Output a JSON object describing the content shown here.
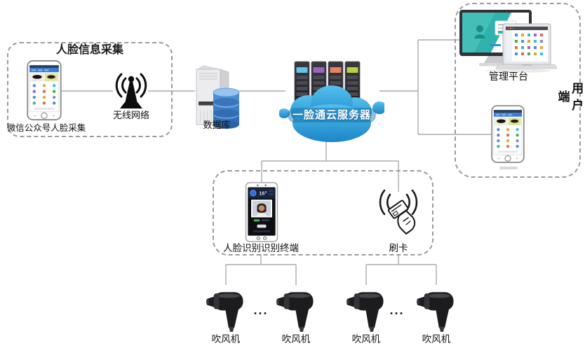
{
  "collection_box": {
    "title": "人脸信息采集",
    "phone_caption": "微信公众号人脸采集",
    "wireless_label": "无线网络"
  },
  "database": {
    "label": "数据库"
  },
  "cloud": {
    "label": "一脸通云服务器"
  },
  "user_box": {
    "management_label": "管理平台",
    "side_label": "用户端"
  },
  "access_box": {
    "terminal_label": "人脸识别识别终端",
    "card_label": "刷卡",
    "terminal_screen_temp": "16°"
  },
  "dryers": {
    "labels": [
      "吹风机",
      "吹风机",
      "吹风机",
      "吹风机"
    ],
    "ellipsis": "..."
  },
  "icons": [
    "smartphone-icon",
    "wifi-antenna-icon",
    "database-server-icon",
    "cloud-server-icon",
    "desktop-laptop-icon",
    "face-terminal-icon",
    "card-swipe-icon",
    "hair-dryer-icon"
  ],
  "colors": {
    "connector_line": "#aaaaaa",
    "dashed_border": "#9b9b9b",
    "cloud_blue_top": "#55c0ec",
    "cloud_blue_bottom": "#1a86c8",
    "rack_panels": [
      "#62c4e8",
      "#9a63c0",
      "#e8825f",
      "#becf3e"
    ],
    "db_cylinder_blue": "#3f86d2",
    "monitor_teal": "#2fb3ae",
    "phone_header_blue": "#3a7bd5",
    "badge_green": "#3ab54a",
    "dryer_black": "#1c1c1e"
  }
}
